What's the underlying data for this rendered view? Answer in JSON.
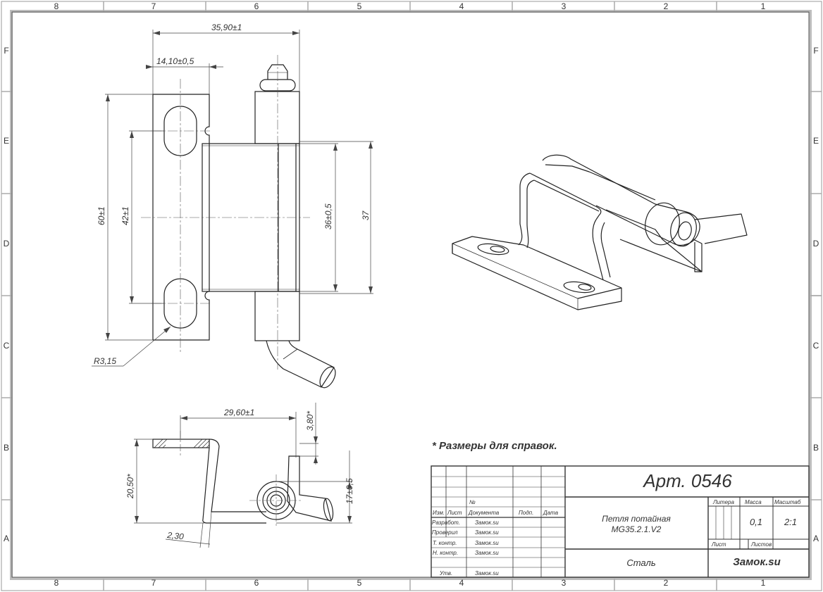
{
  "zones": {
    "columns": [
      "8",
      "7",
      "6",
      "5",
      "4",
      "3",
      "2",
      "1"
    ],
    "rows": [
      "F",
      "E",
      "D",
      "C",
      "B",
      "A"
    ]
  },
  "dimensions": {
    "overall_width": "35,90±1",
    "plate_width": "14,10±0,5",
    "plate_height": "60±1",
    "slot_spacing": "42±1",
    "leaf_height": "36±0,5",
    "leaf_height_total": "37",
    "radius": "R3,15",
    "offset_length": "29,60±1",
    "thickness": "3,80*",
    "offset_height": "20,50*",
    "sheet_thickness": "2,30",
    "pin_offset": "17±0,5"
  },
  "note": "* Размеры для справок.",
  "title_block": {
    "article": "Арт. 0546",
    "name_line1": "Петля потайная",
    "name_line2": "MG35.2.1.V2",
    "material": "Сталь",
    "company": "Замок.su",
    "litera_label": "Литера",
    "mass_label": "Масса",
    "scale_label": "Масштаб",
    "mass_value": "0,1",
    "scale_value": "2:1",
    "sheet_label": "Лист",
    "sheets_label": "Листов",
    "col_headers": {
      "izm": "Изм.",
      "list": "Лист",
      "num": "№",
      "document": "Документа",
      "sign": "Подп.",
      "date": "Дата"
    },
    "roles": [
      {
        "role": "Разработ.",
        "name": "Замок.su"
      },
      {
        "role": "Проверил",
        "name": "Замок.su"
      },
      {
        "role": "Т. контр.",
        "name": "Замок.su"
      },
      {
        "role": "Н. контр.",
        "name": "Замок.su"
      },
      {
        "role": "Утв.",
        "name": "Замок.su"
      }
    ]
  }
}
